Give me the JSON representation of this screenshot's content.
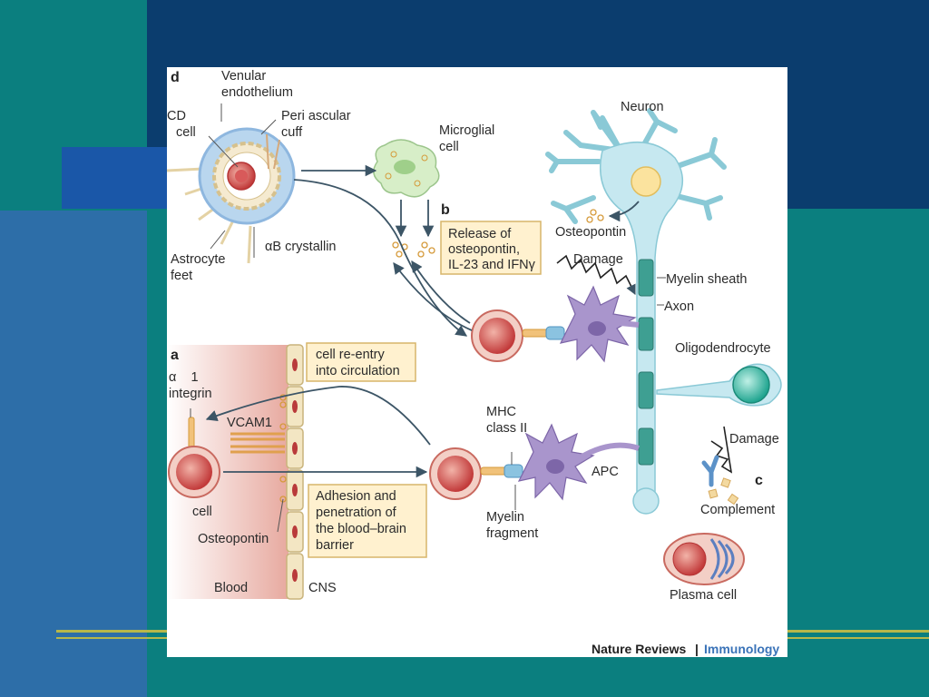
{
  "colors": {
    "background_teal": "#0b7f7f",
    "background_navy": "#0b3d6e",
    "background_blue": "#2d6ea8",
    "accent_gold": "#b7b74a",
    "blood_pink": "#e9b6ad",
    "callout_fill": "#fff1cf",
    "neuron_blue": "#c6e8f0",
    "microglia_green": "#d7eec8",
    "apc_purple": "#a995cc",
    "myelin_teal": "#3e9f92",
    "tcell_red": "#c94848"
  },
  "panel_labels": {
    "d": "d",
    "b": "b",
    "a": "a",
    "c": "c"
  },
  "labels": {
    "venular": "Venular",
    "endothelium": "endothelium",
    "cd": "CD",
    "cell_top": "cell",
    "peri_ascular": "Peri ascular",
    "cuff": "cuff",
    "microglial": "Microglial",
    "microglial_cell": "cell",
    "neuron": "Neuron",
    "osteopontin_neuron": "Osteopontin",
    "damage_top": "Damage",
    "myelin_sheath": "Myelin sheath",
    "axon": "Axon",
    "oligodendrocyte": "Oligodendrocyte",
    "damage_right": "Damage",
    "complement": "Complement",
    "plasma_cell": "Plasma cell",
    "astrocyte": "Astrocyte",
    "feet": "feet",
    "ab_crystallin": "αB crystallin",
    "alpha_1": "α    1",
    "integrin": "integrin",
    "vcam1": "VCAM1",
    "cell_bottom": "cell",
    "osteopontin_bottom": "Osteopontin",
    "blood": "Blood",
    "cns": "CNS",
    "mhc": "MHC",
    "class_ii": "class II",
    "apc": "APC",
    "myelin": "Myelin",
    "fragment": "fragment"
  },
  "callouts": {
    "release": [
      "Release of",
      "osteopontin,",
      "IL-23 and IFNγ"
    ],
    "reentry": [
      "cell re-entry",
      "into circulation"
    ],
    "adhesion": [
      "Adhesion and",
      "penetration of",
      "the blood–brain",
      "barrier"
    ]
  },
  "credit": {
    "journal": "Nature Reviews",
    "separator": "|",
    "section": "Immunology"
  }
}
